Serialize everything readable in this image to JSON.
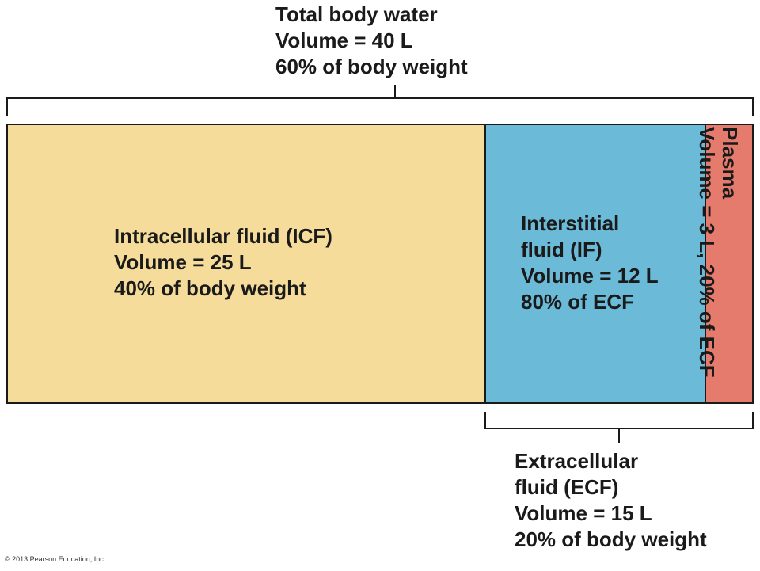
{
  "total": {
    "title": "Total body water",
    "volume": "Volume = 40 L",
    "percent": "60% of body weight"
  },
  "icf": {
    "title": "Intracellular fluid (ICF)",
    "volume": "Volume = 25 L",
    "percent": "40% of body weight",
    "color": "#f5dc9b"
  },
  "interstitial": {
    "title_line1": "Interstitial",
    "title_line2": "fluid (IF)",
    "volume": "Volume = 12 L",
    "percent": "80% of ECF",
    "color": "#6bbad8"
  },
  "plasma": {
    "title": "Plasma",
    "detail": "Volume = 3 L, 20% of ECF",
    "color": "#e47b6c"
  },
  "ecf": {
    "title_line1": "Extracellular",
    "title_line2": "fluid (ECF)",
    "volume": "Volume = 15 L",
    "percent": "20% of body weight"
  },
  "copyright": "© 2013 Pearson Education, Inc."
}
